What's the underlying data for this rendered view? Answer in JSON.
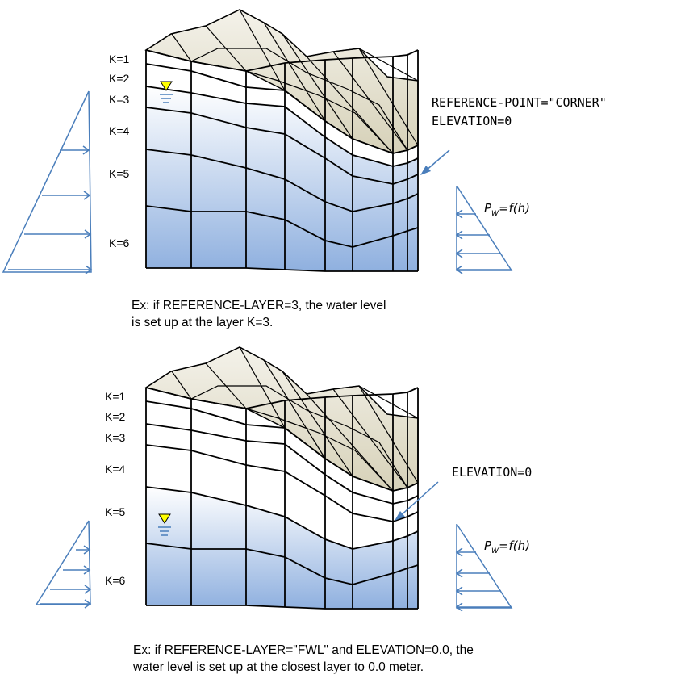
{
  "upper": {
    "layer_labels": [
      "K=1",
      "K=2",
      "K=3",
      "K=4",
      "K=5",
      "K=6"
    ],
    "annotation_lines": [
      "REFERENCE-POINT=\"CORNER\"",
      "ELEVATION=0"
    ],
    "pressure_label": {
      "main": "P",
      "sub": "W",
      "rest": "=f(h)"
    },
    "caption_lines": [
      "Ex: if REFERENCE-LAYER=3, the water level",
      "is set up at the layer K=3."
    ]
  },
  "lower": {
    "layer_labels": [
      "K=1",
      "K=2",
      "K=3",
      "K=4",
      "K=5",
      "K=6"
    ],
    "annotation_lines": [
      "ELEVATION=0"
    ],
    "pressure_label": {
      "main": "P",
      "sub": "W",
      "rest": "=f(h)"
    },
    "caption_lines": [
      "Ex: if REFERENCE-LAYER=\"FWL\" and ELEVATION=0.0, the",
      "water level is set up at the closest layer to 0.0 meter."
    ]
  },
  "colors": {
    "arrow_blue": "#4a7ebb",
    "water_blue": "#8fb0df",
    "top_surface": "#ddd9c4",
    "mesh_lines": "#000000",
    "water_marker": "#ffff00"
  },
  "icons": [
    "water-level-triangle-icon",
    "pressure-arrow-icon"
  ]
}
